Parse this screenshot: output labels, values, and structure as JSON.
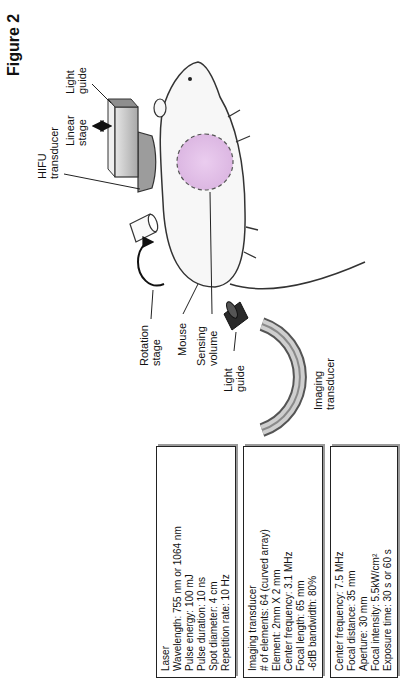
{
  "diagram": {
    "title": "Figure 2",
    "nodes": [
      {
        "text": [
          "Laser",
          "Wavelength: 755 nm or 1064 nm",
          "Pulse energy: 100 mJ",
          "Pulse duration: 10 ns",
          "Spot diameter: 4 cm",
          "Repetition rate: 10 Hz"
        ]
      },
      {
        "text": [
          "Imaging transducer",
          "# of elements: 64 (curved array)",
          "Element: 2mm X 2 mm",
          "Center frequency: 3.1 MHz",
          "Focal length: 65 mm",
          "-6dB bandwidth: 80%"
        ]
      },
      {
        "text": [
          "Center frequency: 7.5 MHz",
          "Focal distance: 35 mm",
          "Aperture: 30 mm",
          "Focal intensity: 5.5kW/cm²",
          "Exposure time: 30 s or 60 s"
        ]
      }
    ],
    "labels": [
      "Light guide",
      "Linear stage",
      "HIFU transducer",
      "Rotation stage",
      "Mouse",
      "Sensing volume",
      "Light guide",
      "Imaging transducer"
    ]
  }
}
